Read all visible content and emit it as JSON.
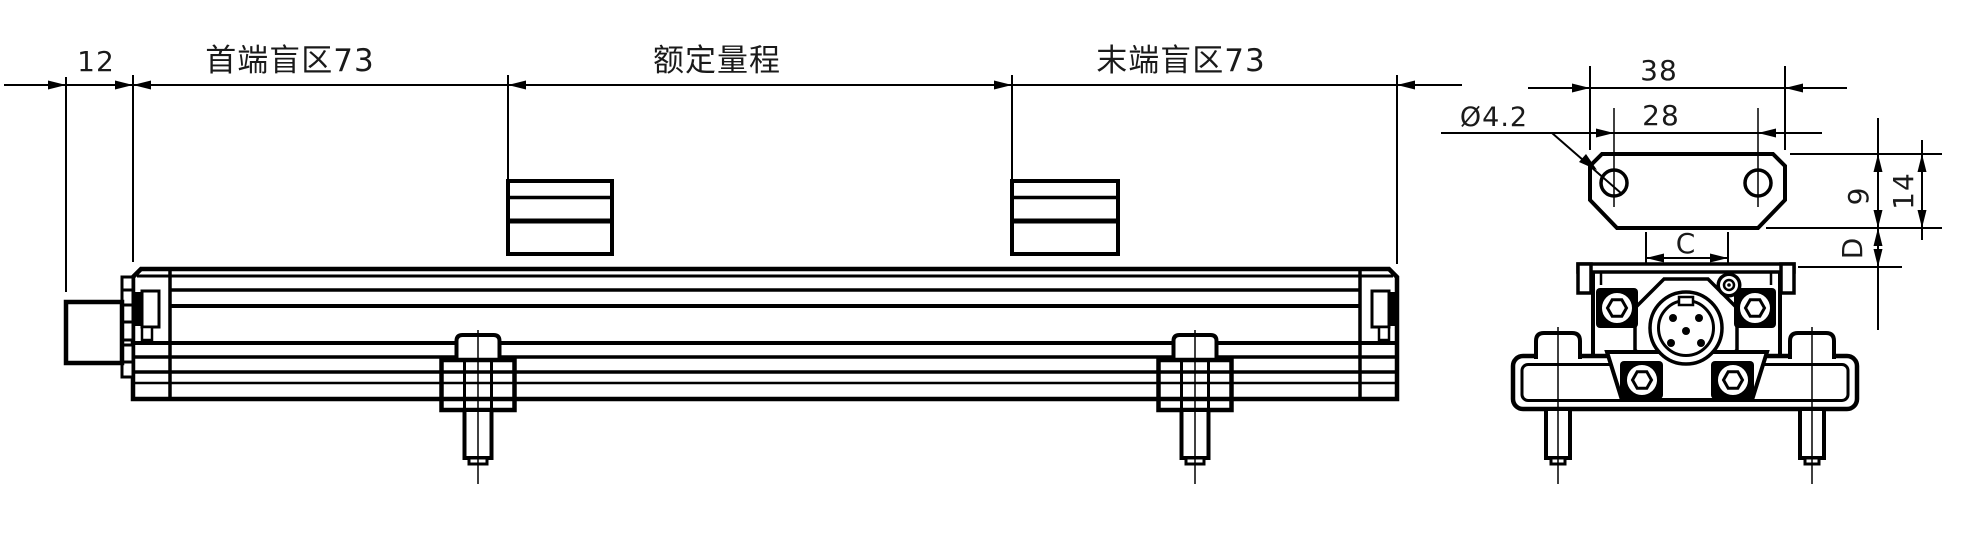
{
  "drawing": {
    "background_color": "#ffffff",
    "line_color": "#000000",
    "text_color": "#1a1a1a",
    "side_view": {
      "dim_offset": "12",
      "dim_head_blind_zone": "首端盲区73",
      "dim_rated_range": "额定量程",
      "dim_tail_blind_zone": "末端盲区73"
    },
    "end_view": {
      "dim_hole_diameter": "Ø4.2",
      "dim_outer_width": "38",
      "dim_hole_spacing": "28",
      "dim_slot_width": "C",
      "dim_hole_to_bottom": "9",
      "dim_plate_height": "14",
      "dim_gap": "D"
    }
  }
}
